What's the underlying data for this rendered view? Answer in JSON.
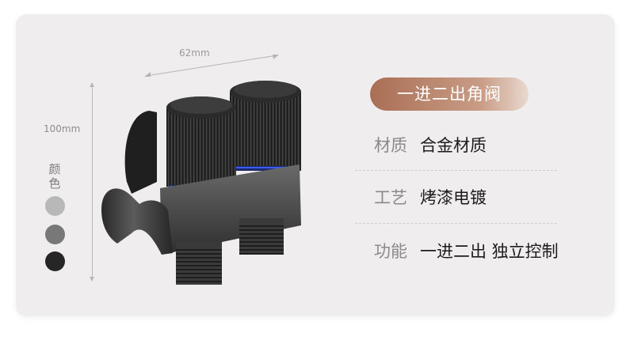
{
  "product": {
    "width_label": "62mm",
    "height_label": "100mm",
    "color_label": "颜色",
    "swatches": [
      "#b8b8b8",
      "#787878",
      "#262626"
    ]
  },
  "tag": "一进二出角阀",
  "specs": [
    {
      "key": "材质",
      "value": "合金材质"
    },
    {
      "key": "工艺",
      "value": "烤漆电镀"
    },
    {
      "key": "功能",
      "value": "一进二出 独立控制"
    }
  ]
}
